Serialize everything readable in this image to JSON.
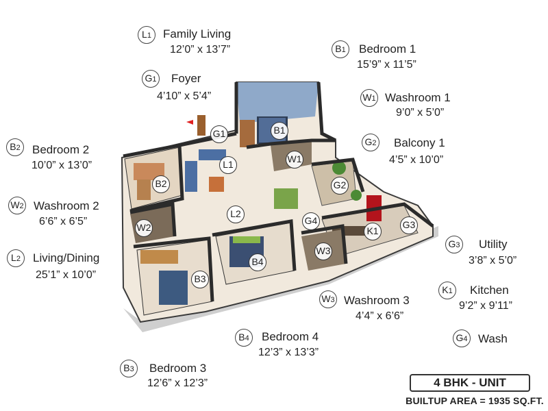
{
  "legend": [
    {
      "code_letter": "L",
      "code_num": "1",
      "name": "Family Living",
      "dims": "12’0” x 13’7”"
    },
    {
      "code_letter": "B",
      "code_num": "1",
      "name": "Bedroom 1",
      "dims": "15’9” x 11’5”"
    },
    {
      "code_letter": "G",
      "code_num": "1",
      "name": "Foyer",
      "dims": "4’10” x 5’4”"
    },
    {
      "code_letter": "W",
      "code_num": "1",
      "name": "Washroom 1",
      "dims": "9’0” x 5’0”"
    },
    {
      "code_letter": "B",
      "code_num": "2",
      "name": "Bedroom 2",
      "dims": "10’0” x 13’0”"
    },
    {
      "code_letter": "G",
      "code_num": "2",
      "name": "Balcony 1",
      "dims": "4’5” x 10’0”"
    },
    {
      "code_letter": "W",
      "code_num": "2",
      "name": "Washroom 2",
      "dims": "6’6” x 6’5”"
    },
    {
      "code_letter": "L",
      "code_num": "2",
      "name": "Living/Dining",
      "dims": "25’1” x 10’0”"
    },
    {
      "code_letter": "G",
      "code_num": "3",
      "name": "Utility",
      "dims": "3’8” x 5’0”"
    },
    {
      "code_letter": "K",
      "code_num": "1",
      "name": "Kitchen",
      "dims": "9’2” x 9’11”"
    },
    {
      "code_letter": "W",
      "code_num": "3",
      "name": "Washroom 3",
      "dims": "4’4” x 6’6”"
    },
    {
      "code_letter": "G",
      "code_num": "4",
      "name": "Wash",
      "dims": ""
    },
    {
      "code_letter": "B",
      "code_num": "4",
      "name": "Bedroom 4",
      "dims": "12’3” x 13’3”"
    },
    {
      "code_letter": "B",
      "code_num": "3",
      "name": "Bedroom 3",
      "dims": "12’6” x 12’3”"
    }
  ],
  "plan_tags": [
    "G1",
    "B1",
    "W1",
    "L1",
    "B2",
    "G2",
    "L2",
    "G4",
    "K1",
    "G3",
    "W2",
    "W3",
    "B4",
    "B3"
  ],
  "unit": {
    "type": "4 BHK - UNIT",
    "builtup": "BUILTUP AREA = 1935 SQ.FT."
  },
  "colors": {
    "wall": "#ffffff",
    "wall_shadow": "#2b2b2b",
    "floor": "#efe6da",
    "washroom_floor": "#8a7a66",
    "bed_blue": "#3d5a80",
    "bed_green": "#8ab84b",
    "bed_red": "#c8743c",
    "fridge": "#b3141c",
    "accent_arrow": "#e02020"
  }
}
